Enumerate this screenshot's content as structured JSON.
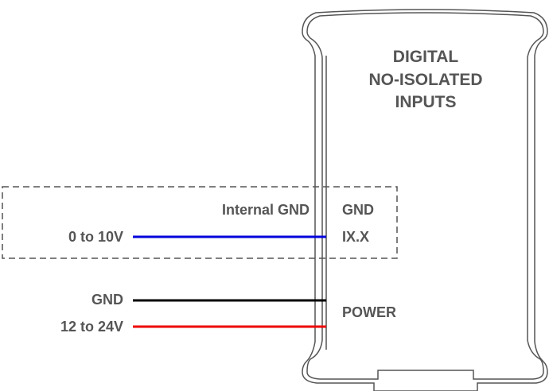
{
  "device": {
    "title_lines": [
      "DIGITAL",
      "NO-ISOLATED",
      "INPUTS"
    ]
  },
  "terminals": {
    "gnd": "GND",
    "input": "IX.X",
    "power": "POWER"
  },
  "signal_group": {
    "internal_gnd_label": "Internal GND",
    "signal_label": "0 to 10V",
    "signal_wire_color": "#0000dd"
  },
  "power_wires": {
    "gnd_label": "GND",
    "gnd_wire_color": "#000000",
    "supply_label": "12 to 24V",
    "supply_wire_color": "#ee0000"
  },
  "colors": {
    "text": "#555555",
    "outline": "#555555",
    "dashed_box": "#555555"
  }
}
